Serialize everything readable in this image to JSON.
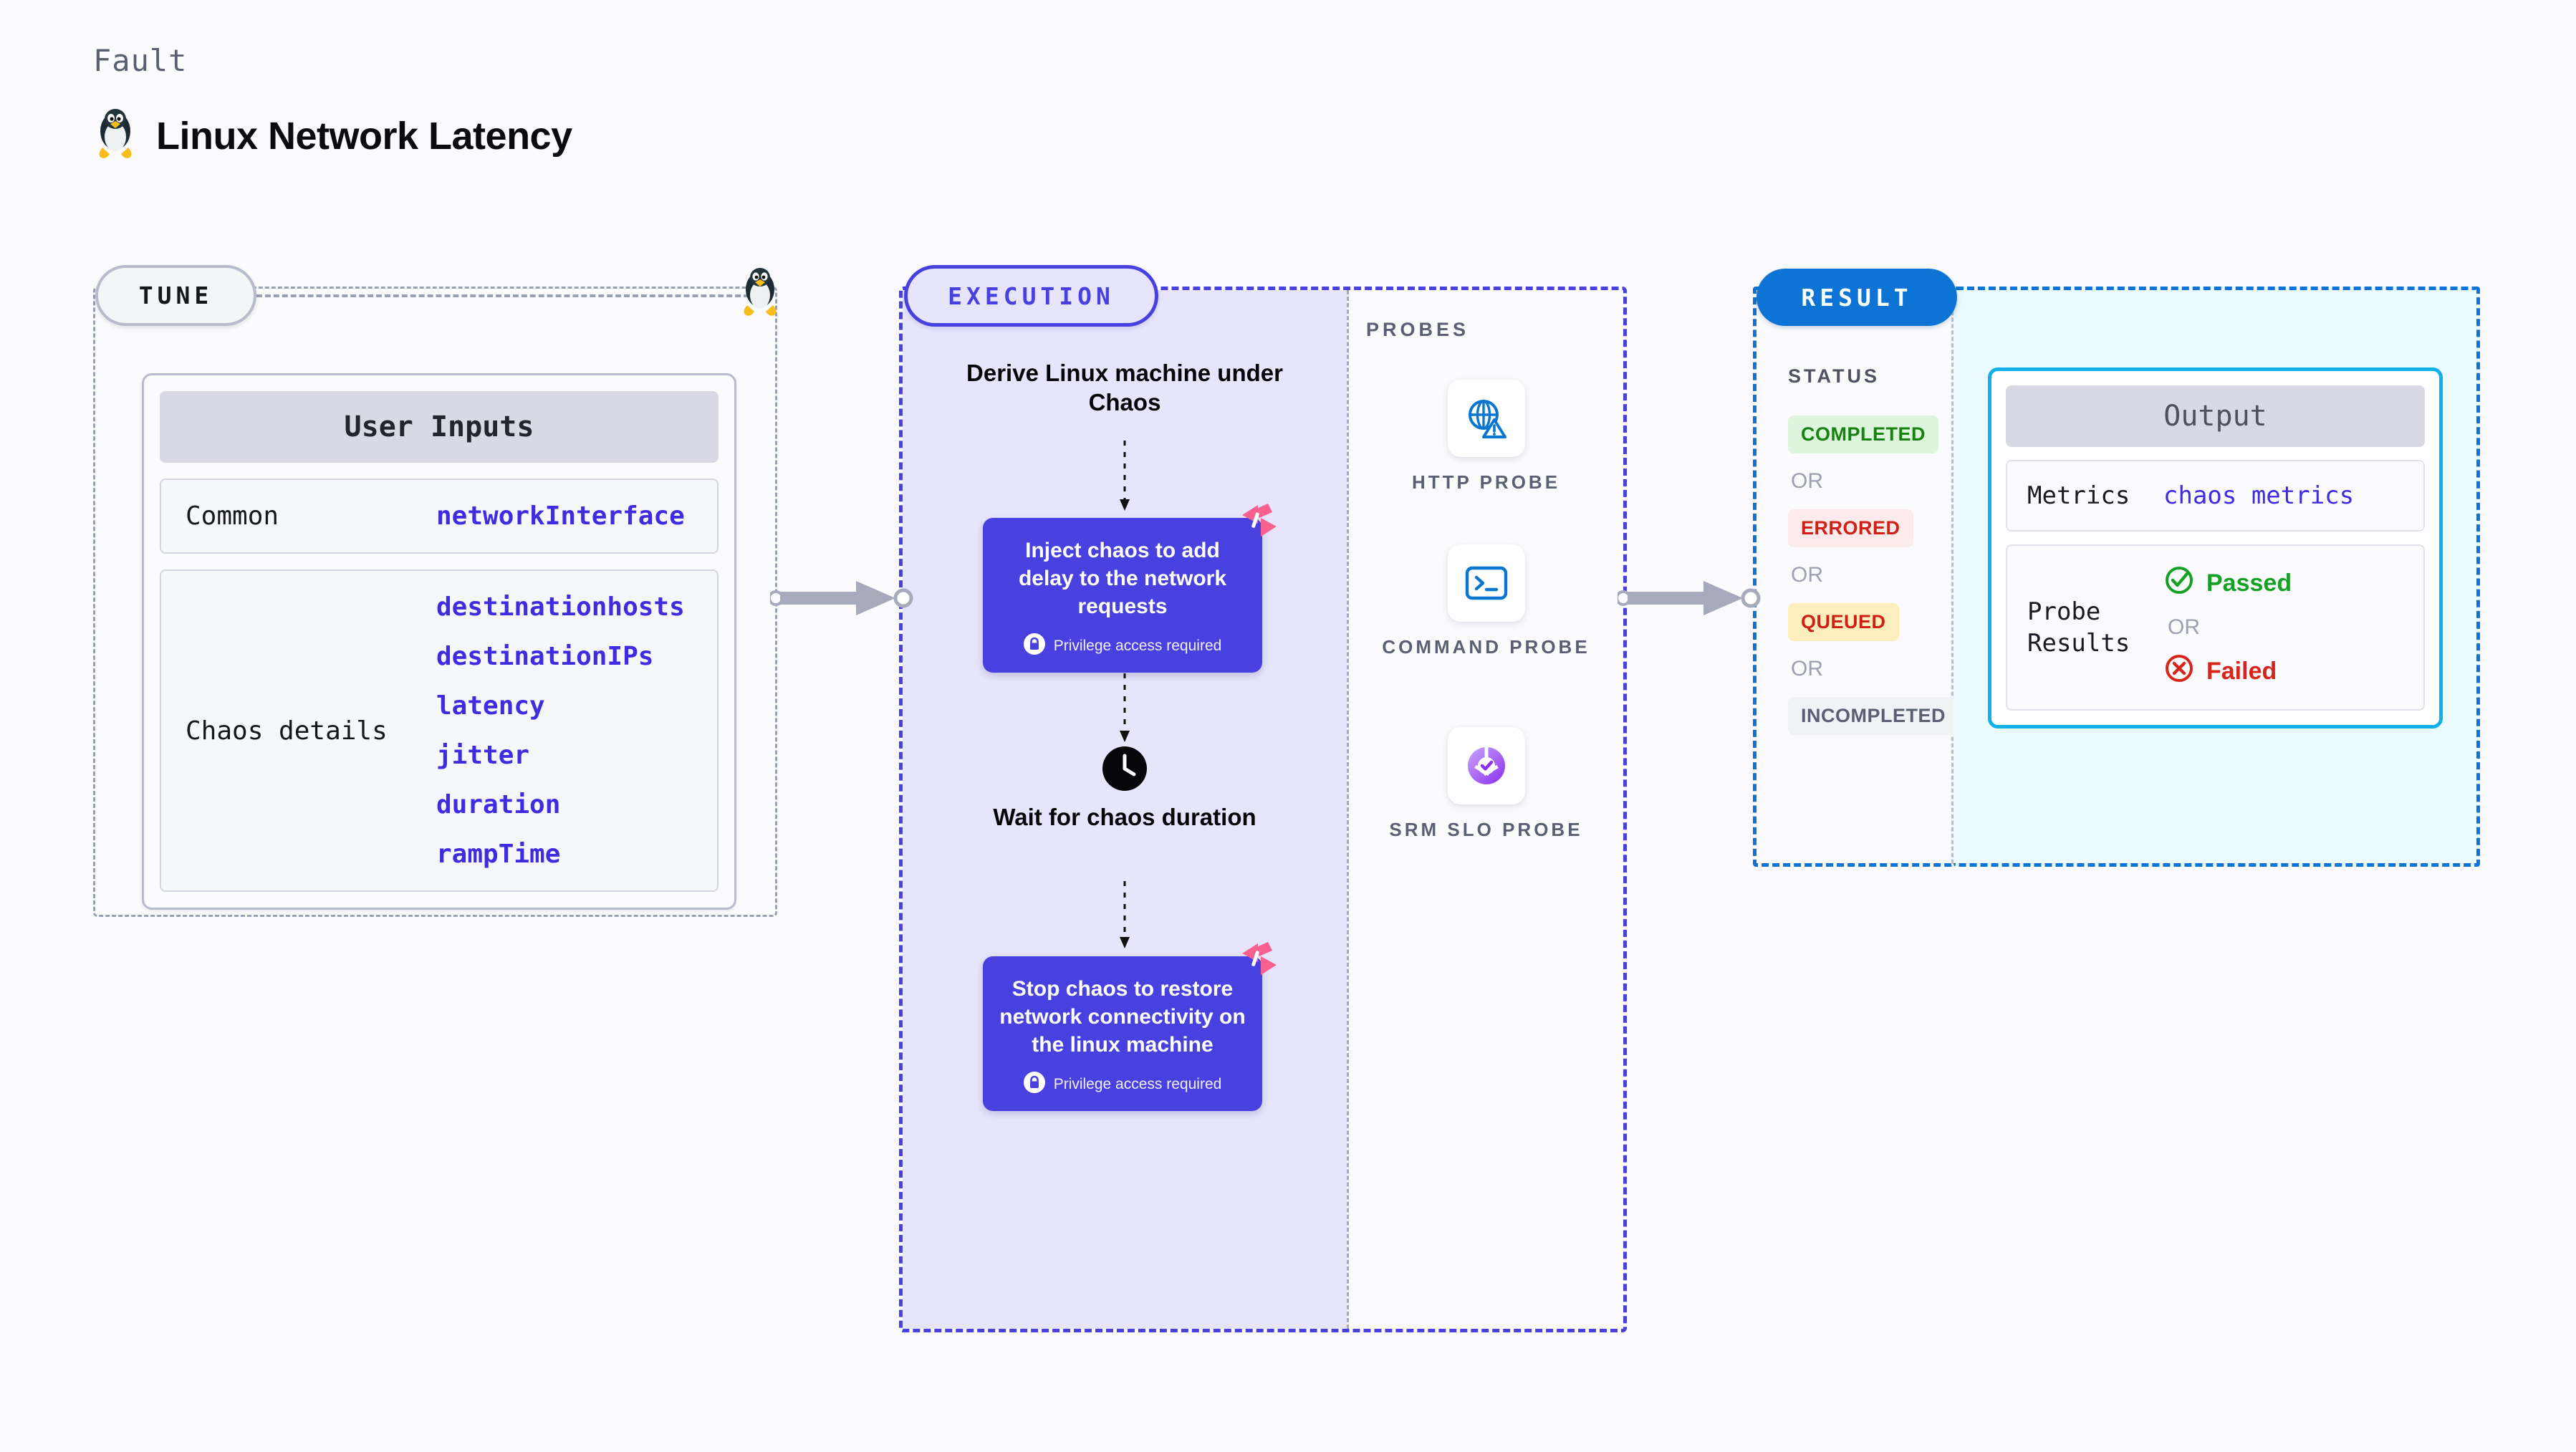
{
  "header": {
    "eyebrow": "Fault",
    "title": "Linux Network Latency",
    "icon": "linux-tux-icon"
  },
  "tune": {
    "badge": "TUNE",
    "card_title": "User Inputs",
    "rows": [
      {
        "label": "Common",
        "values": [
          "networkInterface"
        ]
      },
      {
        "label": "Chaos details",
        "values": [
          "destinationhosts",
          "destinationIPs",
          "latency",
          "jitter",
          "duration",
          "rampTime"
        ]
      }
    ]
  },
  "execution": {
    "badge": "EXECUTION",
    "steps": [
      {
        "type": "title",
        "text": "Derive Linux machine under Chaos"
      },
      {
        "type": "card",
        "text": "Inject chaos to add delay to the network requests",
        "privilege": "Privilege access required"
      },
      {
        "type": "title",
        "icon": "clock-icon",
        "text": "Wait for chaos duration"
      },
      {
        "type": "card",
        "text": "Stop chaos to restore network connectivity on the linux machine",
        "privilege": "Privilege access required"
      }
    ]
  },
  "probes": {
    "label": "PROBES",
    "items": [
      {
        "icon": "globe-warning-icon",
        "caption": "HTTP PROBE"
      },
      {
        "icon": "terminal-icon",
        "caption": "COMMAND PROBE"
      },
      {
        "icon": "srm-slo-icon",
        "caption": "SRM SLO PROBE"
      }
    ]
  },
  "result": {
    "badge": "RESULT",
    "status_label": "STATUS",
    "or_text": "OR",
    "statuses": [
      {
        "text": "COMPLETED",
        "color": "#17820f",
        "bg": "#dcf5dc"
      },
      {
        "text": "ERRORED",
        "color": "#cf2018",
        "bg": "#fdeaea"
      },
      {
        "text": "QUEUED",
        "color": "#cf2018",
        "bg": "#fdeebd"
      },
      {
        "text": "INCOMPLETED",
        "color": "#5b5f72",
        "bg": "#f1f2f7"
      }
    ],
    "output": {
      "title": "Output",
      "metrics_label": "Metrics",
      "metrics_value": "chaos metrics",
      "probe_label": "Probe Results",
      "passed": "Passed",
      "failed": "Failed",
      "or_text": "OR"
    }
  },
  "colors": {
    "indigo": "#4940e0",
    "blue": "#0d73d4",
    "cyan": "#11b0e8",
    "pink": "#f8608f",
    "gray": "#9aa0b4"
  }
}
